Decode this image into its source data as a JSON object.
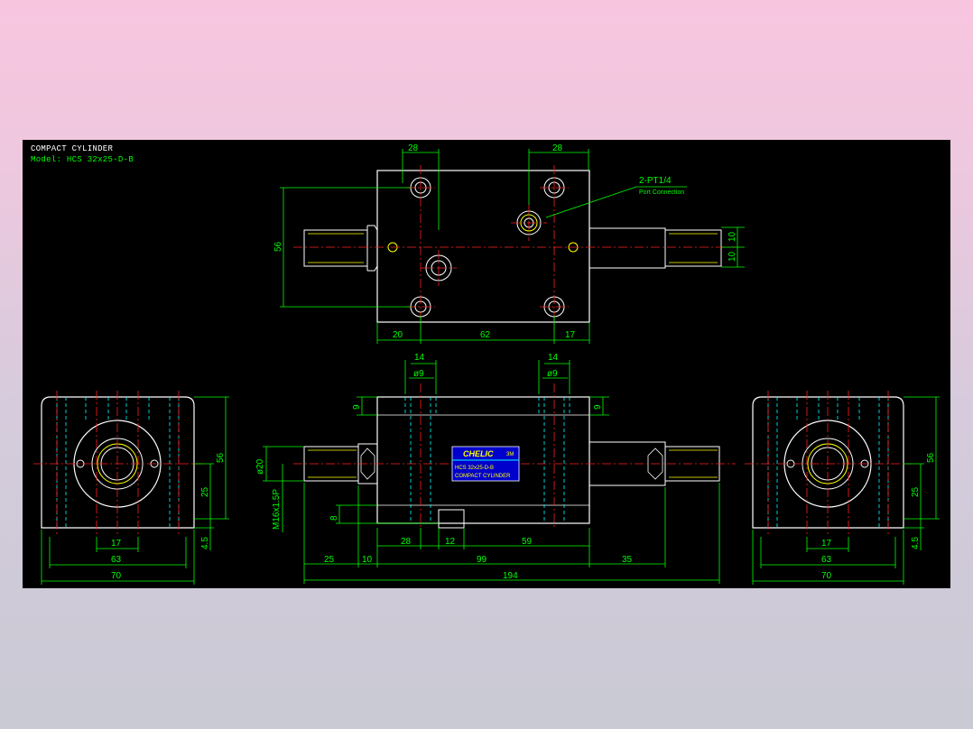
{
  "title": "COMPACT CYLINDER",
  "model": "Model: HCS 32x25-D-B",
  "port_callout": {
    "label": "2-PT1/4",
    "sublabel": "Port Connection"
  },
  "nameplate": {
    "brand": "CHELIC",
    "badge": "3M",
    "model": "HCS 32x25-D-B",
    "desc": "COMPACT CYLINDER"
  },
  "top_view": {
    "dim_top_left": "28",
    "dim_top_right": "28",
    "dim_left": "56",
    "dim_right_a": "10",
    "dim_right_b": "10",
    "dim_bottom_a": "20",
    "dim_bottom_b": "62",
    "dim_bottom_c": "17"
  },
  "front_view": {
    "dim_14_left": "14",
    "dim_14_right": "14",
    "dim_d9_left": "ø9",
    "dim_d9_right": "ø9",
    "dim_9_left": "9",
    "dim_9_right": "9",
    "dim_d20": "ø20",
    "dim_thread": "M16x1.5P",
    "dim_8": "8",
    "dim_28": "28",
    "dim_12": "12",
    "dim_59": "59",
    "dim_25": "25",
    "dim_10": "10",
    "dim_99": "99",
    "dim_35": "35",
    "dim_194": "194"
  },
  "side_views": {
    "dim_17": "17",
    "dim_63": "63",
    "dim_70": "70",
    "dim_56": "56",
    "dim_25": "25",
    "dim_45": "4.5"
  },
  "colors": {
    "background": "#000000",
    "outline": "#ffffff",
    "dimension": "#00ff00",
    "centerline": "#ff2020",
    "hidden": "#00ffff",
    "thread": "#ffff00",
    "nameplate": "#0000cc"
  }
}
